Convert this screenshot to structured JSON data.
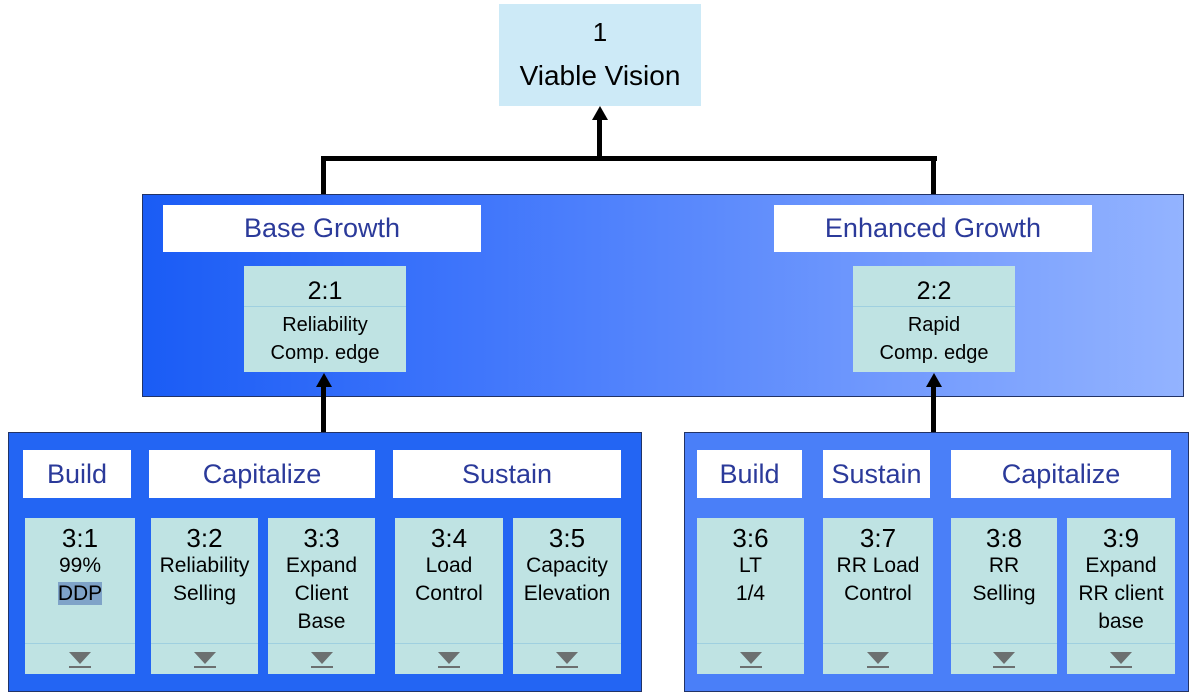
{
  "top": {
    "number": "1",
    "title": "Viable Vision"
  },
  "level2": {
    "group_labels": [
      "Base Growth",
      "Enhanced Growth"
    ],
    "nodes": [
      {
        "number": "2:1",
        "line1": "Reliability",
        "line2": "Comp. edge"
      },
      {
        "number": "2:2",
        "line1": "Rapid",
        "line2": "Comp. edge"
      }
    ]
  },
  "left_panel": {
    "labels": [
      "Build",
      "Capitalize",
      "Sustain"
    ],
    "cards": [
      {
        "number": "3:1",
        "line1": "99%",
        "line2": "DDP",
        "line3": ""
      },
      {
        "number": "3:2",
        "line1": "Reliability",
        "line2": "Selling",
        "line3": ""
      },
      {
        "number": "3:3",
        "line1": "Expand",
        "line2": "Client",
        "line3": "Base"
      },
      {
        "number": "3:4",
        "line1": "Load",
        "line2": "Control",
        "line3": ""
      },
      {
        "number": "3:5",
        "line1": "Capacity",
        "line2": "Elevation",
        "line3": ""
      }
    ]
  },
  "right_panel": {
    "labels": [
      "Build",
      "Sustain",
      "Capitalize"
    ],
    "cards": [
      {
        "number": "3:6",
        "line1": "LT",
        "line2": "1/4",
        "line3": ""
      },
      {
        "number": "3:7",
        "line1": "RR Load",
        "line2": "Control",
        "line3": ""
      },
      {
        "number": "3:8",
        "line1": "RR",
        "line2": "Selling",
        "line3": ""
      },
      {
        "number": "3:9",
        "line1": "Expand",
        "line2": "RR client",
        "line3": "base"
      }
    ]
  },
  "colors": {
    "top_box": "#cdeaf7",
    "node_fill": "#bfe3e3",
    "label_text": "#2b3a9a",
    "left_panel": "#2365f3",
    "right_panel": "#4a7ff8"
  },
  "icons": {
    "card_footer": "triangle-down-icon"
  }
}
